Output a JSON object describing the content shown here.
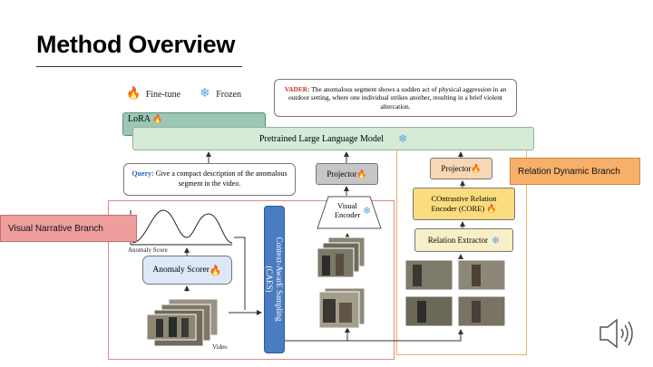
{
  "slide": {
    "title": "Method Overview"
  },
  "legend": {
    "fine_tune": "Fine-tune",
    "frozen": "Frozen"
  },
  "diagram": {
    "llm": "Pretrained Large Language Model",
    "lora": "LoRA",
    "vader_label": "VADER:",
    "vader_text": "The anomalous segment shows a sudden act of physical aggression in an outdoor setting, where one individual strikes another, resulting in a brief violent altercation.",
    "query_label": "Query:",
    "query_text": "Give a compact description of the anomalous segment in the video.",
    "projector_left": "Projector",
    "projector_right": "Projector",
    "visual_encoder_line1": "Visual",
    "visual_encoder_line2": "Encoder",
    "core_line1": "COntrastive Relation",
    "core_line2": "Encoder (CORE)",
    "relation_extractor": "Relation Extractor",
    "caes_line1": "Context-AwarE Sampling",
    "caes_line2": "(CAES)",
    "anomaly_scorer": "Anomaly Scorer",
    "anomaly_score": "Anomaly Score",
    "video": "Video"
  },
  "branches": {
    "visual": "Visual Narrative Branch",
    "relation": "Relation Dynamic Branch"
  },
  "icons": {
    "fine_tune": "flame-icon",
    "frozen": "snowflake-icon",
    "audio": "speaker-icon"
  },
  "colors": {
    "llm_fill": "#d5ebd7",
    "lora_fill": "#9cc7b5",
    "caes_fill": "#4a7cc2",
    "core_fill": "#fbdc7e",
    "visual_branch": "#ef9e9e",
    "relation_branch": "#f6b06a",
    "vader_label": "#c0392b",
    "query_label": "#2f62b5"
  }
}
